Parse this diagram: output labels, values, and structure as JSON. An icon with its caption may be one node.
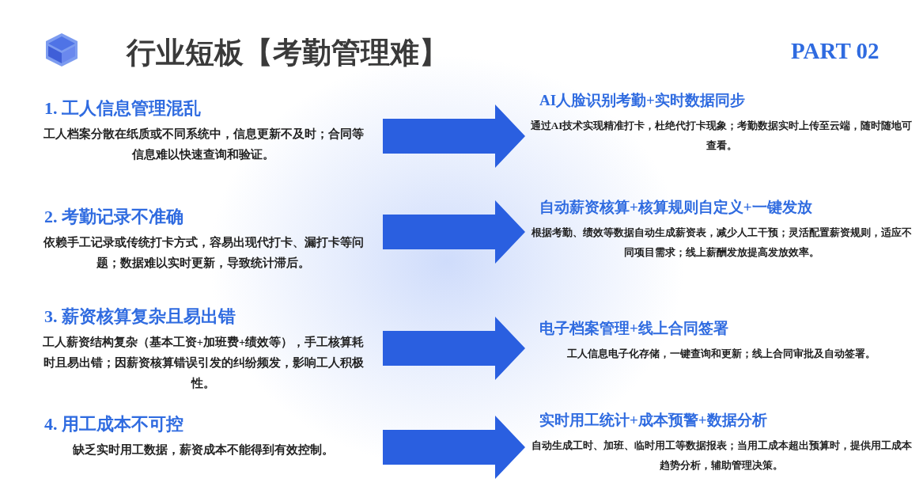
{
  "diagram": {
    "title": "行业短板【考勤管理难】",
    "nodes": [
      {
        "text": [
          "1. 工人信息管理混乱",
          "工人档案分散在纸质或不同系统中，信息更新不及时；合同等信息难以快速查询和验证。"
        ]
      },
      {
        "text": [
          "2. 考勤记录不准确",
          "依赖手工记录或传统打卡方式，容易出现代打卡、漏打卡等问题；数据难以实时更新，导致统计滞后。"
        ]
      },
      {
        "text": [
          "3. 薪资核算复杂且易出错",
          "工人薪资结构复杂（基本工资+加班费+绩效等），手工核算耗时且易出错；因薪资核算错误引发的纠纷频发，影响工人积极性。"
        ]
      },
      {
        "text": [
          "4. 用工成本不可控",
          "缺乏实时用工数据，薪资成本不能得到有效控制。"
        ]
      },
      {
        "text": [
          "AI人脸识别考勤+实时数据同步",
          "通过AI技术实现精准打卡，杜绝代打卡现象；考勤数据实时上传至云端，随时随地可查看。"
        ]
      },
      {
        "text": [
          "自动薪资核算+核算规则自定义+一键发放",
          "根据考勤、绩效等数据自动生成薪资表，减少人工干预；灵活配置薪资规则，适应不同项目需求；线上薪酬发放提高发放效率。"
        ]
      },
      {
        "text": [
          "电子档案管理+线上合同签署",
          "工人信息电子化存储，一键查询和更新；线上合同审批及自动签署。"
        ]
      },
      {
        "text": [
          "实时用工统计+成本预警+数据分析",
          "自动生成工时、加班、临时用工等数据报表；当用工成本超出预算时，提供用工成本趋势分析，辅助管理决策。"
        ]
      }
    ],
    "edges": [
      {
        "from": 0,
        "to": 4,
        "arrow": "to"
      },
      {
        "from": 1,
        "to": 5,
        "arrow": "to"
      },
      {
        "from": 2,
        "to": 6,
        "arrow": "to"
      },
      {
        "from": 3,
        "to": 7,
        "arrow": "to"
      }
    ],
    "labels": [
      "PART 02"
    ]
  }
}
